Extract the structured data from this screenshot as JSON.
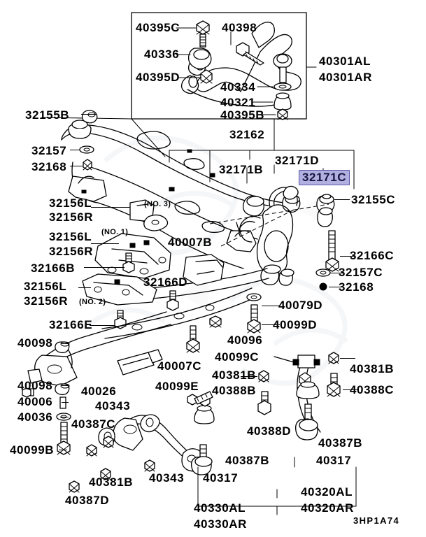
{
  "diagram": {
    "code": "3HP1A74",
    "title": "Front Suspension Crossmember & Control Arms",
    "highlight_color": "#b2b0e0",
    "highlight_border": "#5a57a8",
    "ink_color": "#000000",
    "background": "#ffffff"
  },
  "groups": {
    "upper_arm_box": {
      "label_l": "40301AL",
      "label_r": "40301AR"
    },
    "lower_arm_box_center": {
      "label_l": "40330AL",
      "label_r": "40330AR"
    },
    "lower_arm_box_right": {
      "label_l": "40320AL",
      "label_r": "40320AR"
    }
  },
  "callouts": [
    {
      "id": "c01",
      "text": "40395C",
      "note": "",
      "highlight": false
    },
    {
      "id": "c02",
      "text": "40398",
      "note": "",
      "highlight": false
    },
    {
      "id": "c03",
      "text": "40336",
      "note": "",
      "highlight": false
    },
    {
      "id": "c04",
      "text": "40395D",
      "note": "",
      "highlight": false
    },
    {
      "id": "c05",
      "text": "40334",
      "note": "",
      "highlight": false
    },
    {
      "id": "c06",
      "text": "40321",
      "note": "",
      "highlight": false
    },
    {
      "id": "c07",
      "text": "40395B",
      "note": "",
      "highlight": false
    },
    {
      "id": "c08",
      "text": "40301AL",
      "note": "",
      "highlight": false
    },
    {
      "id": "c09",
      "text": "40301AR",
      "note": "",
      "highlight": false
    },
    {
      "id": "c10",
      "text": "32162",
      "note": "",
      "highlight": false
    },
    {
      "id": "c11",
      "text": "32171B",
      "note": "",
      "highlight": false
    },
    {
      "id": "c12",
      "text": "32171D",
      "note": "",
      "highlight": false
    },
    {
      "id": "c13",
      "text": "32171C",
      "note": "",
      "highlight": true
    },
    {
      "id": "c14",
      "text": "32155B",
      "note": "",
      "highlight": false
    },
    {
      "id": "c15",
      "text": "32157",
      "note": "",
      "highlight": false
    },
    {
      "id": "c16",
      "text": "32168",
      "note": "",
      "highlight": false
    },
    {
      "id": "c17",
      "text": "32156L",
      "note": "(NO. 3)",
      "highlight": false
    },
    {
      "id": "c18",
      "text": "32156R",
      "note": "",
      "highlight": false
    },
    {
      "id": "c19",
      "text": "32156L",
      "note": "(NO. 1)",
      "highlight": false
    },
    {
      "id": "c20",
      "text": "32156R",
      "note": "",
      "highlight": false
    },
    {
      "id": "c21",
      "text": "32166B",
      "note": "",
      "highlight": false
    },
    {
      "id": "c22",
      "text": "32156L",
      "note": "",
      "highlight": false
    },
    {
      "id": "c23",
      "text": "32156R",
      "note": "(NO. 2)",
      "highlight": false
    },
    {
      "id": "c24",
      "text": "32166D",
      "note": "",
      "highlight": false
    },
    {
      "id": "c25",
      "text": "32166E",
      "note": "",
      "highlight": false
    },
    {
      "id": "c26",
      "text": "40007B",
      "note": "",
      "highlight": false
    },
    {
      "id": "c27",
      "text": "32155C",
      "note": "",
      "highlight": false
    },
    {
      "id": "c28",
      "text": "32166C",
      "note": "",
      "highlight": false
    },
    {
      "id": "c29",
      "text": "32157C",
      "note": "",
      "highlight": false
    },
    {
      "id": "c30",
      "text": "32168",
      "note": "",
      "highlight": false
    },
    {
      "id": "c31",
      "text": "40079D",
      "note": "",
      "highlight": false
    },
    {
      "id": "c32",
      "text": "40099D",
      "note": "",
      "highlight": false
    },
    {
      "id": "c33",
      "text": "40096",
      "note": "",
      "highlight": false
    },
    {
      "id": "c34",
      "text": "40099C",
      "note": "",
      "highlight": false
    },
    {
      "id": "c35",
      "text": "40098",
      "note": "",
      "highlight": false
    },
    {
      "id": "c36",
      "text": "40007C",
      "note": "",
      "highlight": false
    },
    {
      "id": "c37",
      "text": "40098",
      "note": "",
      "highlight": false
    },
    {
      "id": "c38",
      "text": "40026",
      "note": "",
      "highlight": false
    },
    {
      "id": "c39",
      "text": "40099E",
      "note": "",
      "highlight": false
    },
    {
      "id": "c40",
      "text": "40006",
      "note": "",
      "highlight": false
    },
    {
      "id": "c41",
      "text": "40036",
      "note": "",
      "highlight": false
    },
    {
      "id": "c42",
      "text": "40343",
      "note": "",
      "highlight": false
    },
    {
      "id": "c43",
      "text": "40387C",
      "note": "",
      "highlight": false
    },
    {
      "id": "c44",
      "text": "40099B",
      "note": "",
      "highlight": false
    },
    {
      "id": "c45",
      "text": "40381B",
      "note": "",
      "highlight": false
    },
    {
      "id": "c46",
      "text": "40387D",
      "note": "",
      "highlight": false
    },
    {
      "id": "c47",
      "text": "40343",
      "note": "",
      "highlight": false
    },
    {
      "id": "c48",
      "text": "40317",
      "note": "",
      "highlight": false
    },
    {
      "id": "c49",
      "text": "40387B",
      "note": "",
      "highlight": false
    },
    {
      "id": "c50",
      "text": "40330AL",
      "note": "",
      "highlight": false
    },
    {
      "id": "c51",
      "text": "40330AR",
      "note": "",
      "highlight": false
    },
    {
      "id": "c52",
      "text": "40381B",
      "note": "",
      "highlight": false
    },
    {
      "id": "c53",
      "text": "40388B",
      "note": "",
      "highlight": false
    },
    {
      "id": "c54",
      "text": "40388D",
      "note": "",
      "highlight": false
    },
    {
      "id": "c55",
      "text": "40381B",
      "note": "",
      "highlight": false
    },
    {
      "id": "c56",
      "text": "40388C",
      "note": "",
      "highlight": false
    },
    {
      "id": "c57",
      "text": "40387B",
      "note": "",
      "highlight": false
    },
    {
      "id": "c58",
      "text": "40317",
      "note": "",
      "highlight": false
    },
    {
      "id": "c59",
      "text": "40320AL",
      "note": "",
      "highlight": false
    },
    {
      "id": "c60",
      "text": "40320AR",
      "note": "",
      "highlight": false
    }
  ]
}
